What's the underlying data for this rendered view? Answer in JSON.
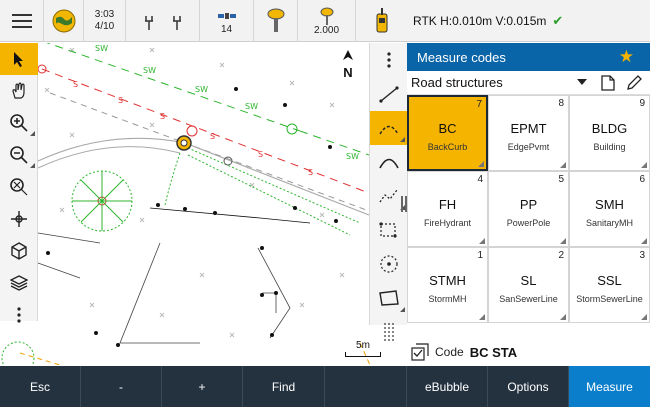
{
  "status": {
    "time": "3:03",
    "date": "4/10",
    "satellites": "14",
    "antenna_height": "2.000",
    "rtk_text": "RTK H:0.010m V:0.015m"
  },
  "map": {
    "north_label": "N",
    "scale_label": "5m"
  },
  "panel": {
    "title": "Measure codes",
    "group": "Road structures",
    "codes": [
      {
        "code": "BC",
        "desc": "BackCurb",
        "num": "7"
      },
      {
        "code": "EPMT",
        "desc": "EdgePvmt",
        "num": "8"
      },
      {
        "code": "BLDG",
        "desc": "Building",
        "num": "9"
      },
      {
        "code": "FH",
        "desc": "FireHydrant",
        "num": "4"
      },
      {
        "code": "PP",
        "desc": "PowerPole",
        "num": "5"
      },
      {
        "code": "SMH",
        "desc": "SanitaryMH",
        "num": "6"
      },
      {
        "code": "STMH",
        "desc": "StormMH",
        "num": "1"
      },
      {
        "code": "SL",
        "desc": "SanSewerLine",
        "num": "2"
      },
      {
        "code": "SSL",
        "desc": "StormSewerLine",
        "num": "3"
      }
    ],
    "code_label": "Code",
    "code_value": "BC STA"
  },
  "bottom": {
    "esc": "Esc",
    "minus": "-",
    "plus": "+",
    "find": "Find",
    "ebubble": "eBubble",
    "options": "Options",
    "measure": "Measure"
  },
  "colors": {
    "accent": "#f5b400",
    "header_blue": "#0a64a8",
    "bottom_bar": "#243240",
    "measure_blue": "#0a7ecb",
    "sewer_red": "#e03030",
    "storm_green": "#2db52d"
  }
}
